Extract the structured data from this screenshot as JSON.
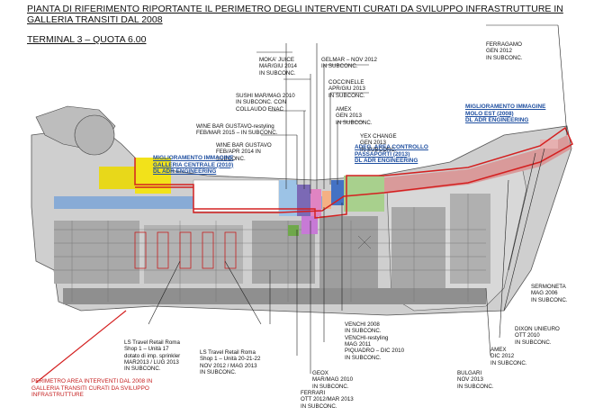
{
  "header": {
    "title": "PIANTA DI RIFERIMENTO RIPORTANTE IL PERIMETRO DEGLI INTERVENTI CURATI DA SVILUPPO INFRASTRUTTURE IN GALLERIA TRANSITI DAL 2008",
    "subtitle": "TERMINAL 3 – QUOTA 6.00"
  },
  "labels": {
    "moka": [
      "MOKA' JUICE",
      "MAR/GIU 2014",
      "IN SUBCONC."
    ],
    "gelmar": [
      "GELMAR – NOV 2012",
      "IN SUBCONC."
    ],
    "ferragamo": [
      "FERRAGAMO",
      "GEN 2012",
      "IN SUBCONC."
    ],
    "coccinelle": [
      "COCCINELLE",
      "APR/GIU 2013",
      "IN SUBCONC."
    ],
    "sushi": [
      "SUSHI MAR/MAG 2010",
      "IN SUBCONC. CON",
      "COLLAUDO ENAC"
    ],
    "amex_top": [
      "AMEX",
      "GEN 2013",
      "IN SUBCONC."
    ],
    "winebar1": [
      "WINE BAR GUSTAVO-restyling",
      "FEB/MAR 2015 – IN SUBCONC."
    ],
    "yex": [
      "YEX CHANGE",
      "GEN 2013",
      "IN SUBCONC."
    ],
    "winebar2": [
      "WINE BAR GUSTAVO",
      "FEB/APR 2014 IN",
      "SUBCONC."
    ],
    "sermoneta": [
      "SERMONETA",
      "MAG 2006",
      "IN SUBCONC."
    ],
    "venchi": [
      "VENCHI 2008",
      "IN SUBCONC.",
      "VENCHI-restyling",
      "MAG 2011",
      "PIQUADRO – DIC 2010",
      "IN SUBCONC."
    ],
    "dixon": [
      "DIXON UNIEURO",
      "OTT 2010",
      "IN SUBCONC."
    ],
    "lstr1": [
      "LS Travel Retail Roma",
      "Shop 1 – Unità 17",
      "dotato di imp. sprinkler",
      "MAR2013 / LUG 2013",
      "IN SUBCONC."
    ],
    "lstr2": [
      "LS Travel Retail Roma",
      "Shop 1 – Unità 20-21-22",
      "NOV 2012 / MAG 2013",
      "IN SUBCONC."
    ],
    "amex_bottom": [
      "AMEX",
      "DIC 2012",
      "IN SUBCONC."
    ],
    "geox": [
      "GEOX",
      "MAR/MAG 2010",
      "IN SUBCONC."
    ],
    "bulgari": [
      "BULGARI",
      "NOV 2013",
      "IN SUBCONC."
    ],
    "ferrari": [
      "FERRARI",
      "OTT 2012/MAR 2013",
      "IN SUBCONC."
    ]
  },
  "blue_labels": {
    "galleria": [
      "MIGLIORAMENTO IMMAGINE",
      "GALLERIA CENTRALE (2010)",
      "DL ADR ENGINEERING"
    ],
    "molo": [
      "MIGLIORAMENTO IMMAGINE",
      "MOLO EST (2008)",
      "DL ADR ENGINEERING"
    ],
    "passaporti": [
      "ADEG. AREA CONTROLLO",
      "PASSAPORTI (2013)",
      "DL ADR ENGINEERING"
    ]
  },
  "legend": {
    "perimeter": [
      "PERIMETRO AREA INTERVENTI DAL 2008 IN",
      "GALLERIA TRANSITI CURATI DA SVILUPPO",
      "INFRASTRUTTURE"
    ]
  },
  "colors": {
    "perimeter": "#d42020",
    "engineering_text": "#1f4fa0",
    "zone_molo": "#d99a9a",
    "zone_passaporti": "#a8d08d",
    "zone_galleria": "#7fa6d6",
    "zone_yellow": "#f2e21a"
  }
}
